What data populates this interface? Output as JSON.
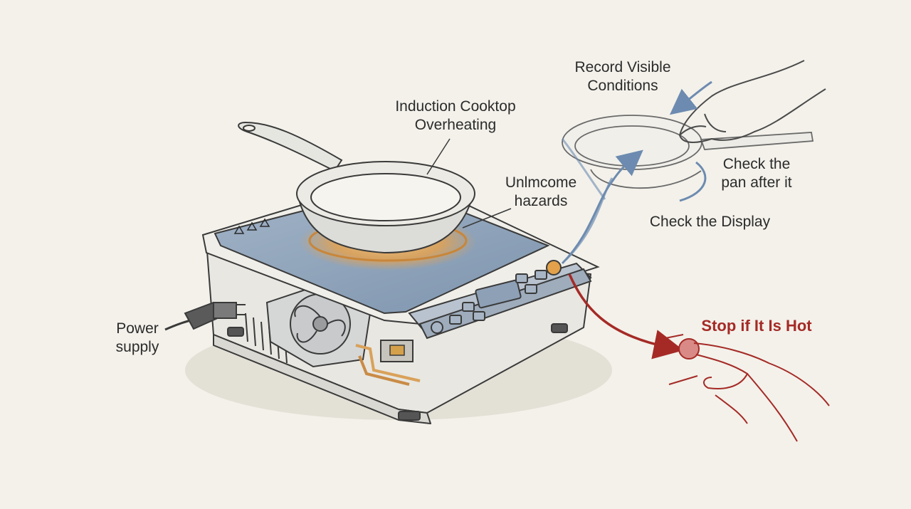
{
  "diagram": {
    "title": [
      "Induction Cooktop",
      "Overheating"
    ],
    "hazards": [
      "Unlmcome",
      "hazards"
    ],
    "record": [
      "Record Visible",
      "Conditions"
    ],
    "check_pan": [
      "Check the",
      "pan after it"
    ],
    "check_display": "Check the Display",
    "power": [
      "Power",
      "supply"
    ],
    "stop": "Stop if It Is Hot"
  },
  "colors": {
    "background": "#f3f1ea",
    "ink": "#3a3a3a",
    "glass": "#8ea3bb",
    "heat": "#e5a24e",
    "blue_arrow": "#6d8bb0",
    "stop_red": "#a52a26"
  }
}
